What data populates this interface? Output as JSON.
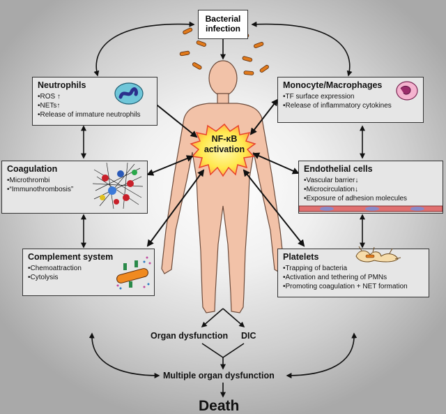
{
  "top": {
    "line1": "Bacterial",
    "line2": "infection"
  },
  "center": {
    "line1": "NF-κB",
    "line2": "activation"
  },
  "neutrophils": {
    "title": "Neutrophils",
    "items": [
      "ROS ↑",
      "NETs↑",
      "Release of immature neutrophils"
    ]
  },
  "monocytes": {
    "title": "Monocyte/Macrophages",
    "items": [
      "TF surface expression",
      "Release of inflammatory cytokines"
    ]
  },
  "coagulation": {
    "title": "Coagulation",
    "items": [
      "Microthrombi",
      "“Immunothrombosis”"
    ]
  },
  "endothelial": {
    "title": "Endothelial cells",
    "items": [
      "Vascular barrier↓",
      "Microcirculation↓",
      "Exposure of adhesion molecules"
    ]
  },
  "complement": {
    "title": "Complement system",
    "items": [
      "Chemoattraction",
      "Cytolysis"
    ]
  },
  "platelets": {
    "title": "Platelets",
    "items": [
      "Trapping of bacteria",
      "Activation and tethering of PMNs",
      "Promoting coagulation + NET formation"
    ]
  },
  "bottom": {
    "organ": "Organ dysfunction",
    "dic": "DIC",
    "multiple": "Multiple organ dysfunction",
    "death": "Death"
  },
  "colors": {
    "body": "#f2c2a8",
    "body_stroke": "#6b4a3a",
    "starburst": "#ffe84d",
    "starburst_edge": "#e8402a",
    "bacteria": "#e07a1c"
  }
}
